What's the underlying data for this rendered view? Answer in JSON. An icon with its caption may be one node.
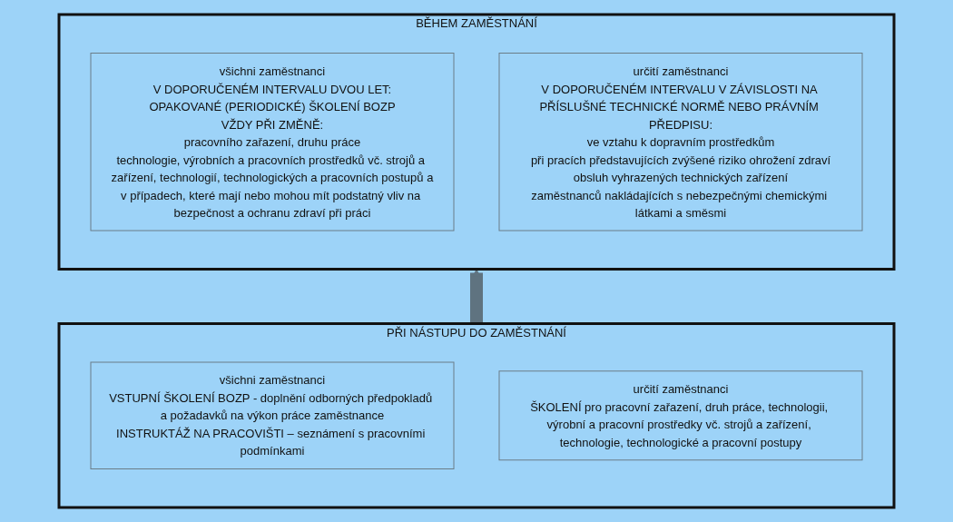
{
  "diagram": {
    "nodes": [
      {
        "text": [
          "BĚHEM ZAMĚSTNÁNÍ"
        ]
      },
      {
        "text": [
          "všichni zaměstnanci",
          "V DOPORUČENÉM INTERVALU DVOU LET:",
          "OPAKOVANÉ (PERIODICKÉ) ŠKOLENÍ BOZP",
          "VŽDY PŘI ZMĚNĚ:",
          "pracovního zařazení, druhu práce",
          "technologie, výrobních a pracovních prostředků vč. strojů a zařízení, technologií, technologických a pracovních postupů a",
          "v případech, které mají nebo mohou mít podstatný vliv na bezpečnost a ochranu zdraví při práci"
        ],
        "in": 0
      },
      {
        "text": [
          "určití zaměstnanci",
          "V DOPORUČENÉM INTERVALU V ZÁVISLOSTI NA PŘÍSLUŠNÉ TECHNICKÉ NORMĚ NEBO PRÁVNÍM PŘEDPISU:",
          "ve vztahu k dopravním prostředkům",
          "při pracích představujících zvýšené riziko ohrožení zdraví",
          "obsluh vyhrazených technických zařízení",
          "zaměstnanců nakládajících s nebezpečnými chemickými látkami a směsmi"
        ],
        "in": 0
      },
      {
        "text": [
          "PŘI NÁSTUPU DO ZAMĚSTNÁNÍ"
        ]
      },
      {
        "text": [
          "všichni zaměstnanci",
          "VSTUPNÍ ŠKOLENÍ BOZP - doplnění odborných předpokladů a požadavků na výkon práce zaměstnance",
          "INSTRUKTÁŽ NA PRACOVIŠTI – seznámení s pracovními podmínkami"
        ],
        "in": 3
      },
      {
        "text": [
          "určití zaměstnanci",
          "ŠKOLENÍ pro pracovní zařazení, druh práce, technologii, výrobní a pracovní prostředky vč. strojů a zařízení, technologie, technologické a pracovní postupy"
        ],
        "in": 3
      }
    ],
    "edges": [
      {
        "from": 3,
        "to": 0,
        "arrow": "to"
      }
    ]
  }
}
